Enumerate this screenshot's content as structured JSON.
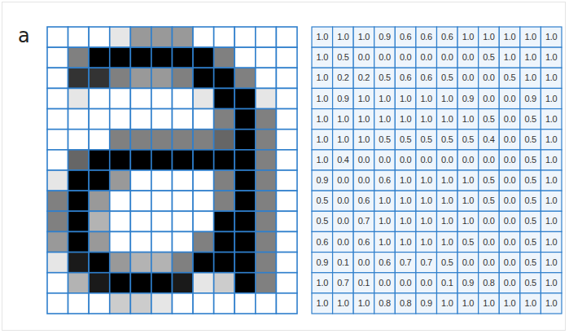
{
  "diagram": {
    "labels": [
      "a",
      "1.0",
      "1.0",
      "1.0",
      "0.9",
      "0.6",
      "0.6",
      "0.6",
      "1.0",
      "1.0",
      "1.0",
      "1.0",
      "1.0",
      "1.0",
      "0.5",
      "0.0",
      "0.0",
      "0.0",
      "0.0",
      "0.0",
      "0.0",
      "0.5",
      "1.0",
      "1.0",
      "1.0",
      "1.0",
      "0.2",
      "0.2",
      "0.5",
      "0.6",
      "0.6",
      "0.5",
      "0.0",
      "0.0",
      "0.5",
      "1.0",
      "1.0",
      "1.0",
      "0.9",
      "1.0",
      "1.0",
      "1.0",
      "1.0",
      "1.0",
      "0.9",
      "0.0",
      "0.0",
      "0.9",
      "1.0",
      "1.0",
      "1.0",
      "1.0",
      "1.0",
      "1.0",
      "1.0",
      "1.0",
      "1.0",
      "0.5",
      "0.0",
      "0.5",
      "1.0",
      "1.0",
      "1.0",
      "1.0",
      "0.5",
      "0.5",
      "0.5",
      "0.5",
      "0.5",
      "0.4",
      "0.0",
      "0.5",
      "1.0",
      "1.0",
      "0.4",
      "0.0",
      "0.0",
      "0.0",
      "0.0",
      "0.0",
      "0.0",
      "0.0",
      "0.0",
      "0.5",
      "1.0",
      "0.9",
      "0.0",
      "0.0",
      "0.6",
      "1.0",
      "1.0",
      "1.0",
      "1.0",
      "0.5",
      "0.0",
      "0.5",
      "1.0",
      "0.5",
      "0.0",
      "0.6",
      "1.0",
      "1.0",
      "1.0",
      "1.0",
      "1.0",
      "0.5",
      "0.0",
      "0.5",
      "1.0",
      "0.5",
      "0.0",
      "0.7",
      "1.0",
      "1.0",
      "1.0",
      "1.0",
      "1.0",
      "0.0",
      "0.0",
      "0.5",
      "1.0",
      "0.6",
      "0.0",
      "0.6",
      "1.0",
      "1.0",
      "1.0",
      "1.0",
      "0.5",
      "0.0",
      "0.0",
      "0.5",
      "1.0",
      "0.9",
      "0.1",
      "0.0",
      "0.6",
      "0.7",
      "0.7",
      "0.5",
      "0.0",
      "0.0",
      "0.0",
      "0.5",
      "1.0",
      "1.0",
      "0.7",
      "0.1",
      "0.0",
      "0.0",
      "0.0",
      "0.1",
      "0.9",
      "0.8",
      "0.0",
      "0.5",
      "1.0",
      "1.0",
      "1.0",
      "1.0",
      "0.8",
      "0.8",
      "0.9",
      "1.0",
      "1.0",
      "1.0",
      "1.0",
      "1.0",
      "1.0"
    ]
  }
}
